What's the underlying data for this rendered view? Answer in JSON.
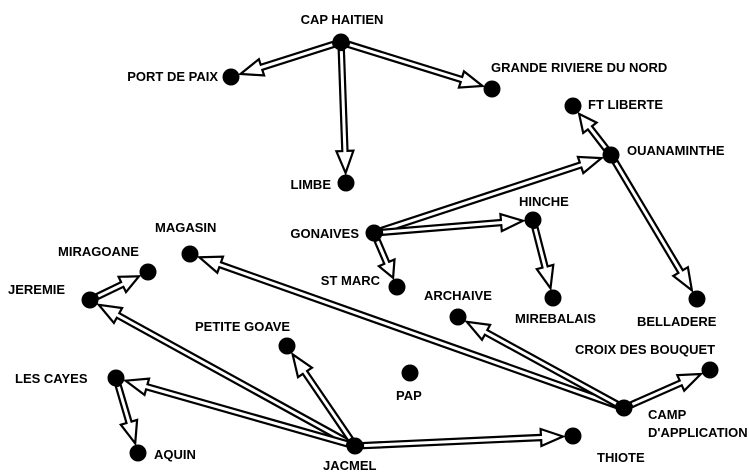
{
  "colors": {
    "ink": "#000000",
    "paper": "#ffffff"
  },
  "nodes": [
    {
      "id": "cap_haitien",
      "label": "CAP HAITIEN"
    },
    {
      "id": "port_de_paix",
      "label": "PORT DE PAIX"
    },
    {
      "id": "grande_riviere",
      "label": "GRANDE RIVIERE DU NORD"
    },
    {
      "id": "limbe",
      "label": "LIMBE"
    },
    {
      "id": "ft_liberte",
      "label": "FT LIBERTE"
    },
    {
      "id": "ouanaminthe",
      "label": "OUANAMINTHE"
    },
    {
      "id": "magasin",
      "label": "MAGASIN"
    },
    {
      "id": "gonaives",
      "label": "GONAIVES"
    },
    {
      "id": "hinche",
      "label": "HINCHE"
    },
    {
      "id": "miragoane",
      "label": "MIRAGOANE"
    },
    {
      "id": "jeremie",
      "label": "JEREMIE"
    },
    {
      "id": "st_marc",
      "label": "ST MARC"
    },
    {
      "id": "archaive",
      "label": "ARCHAIVE"
    },
    {
      "id": "mirebalais",
      "label": "MIREBALAIS"
    },
    {
      "id": "belladere",
      "label": "BELLADERE"
    },
    {
      "id": "petite_goave",
      "label": "PETITE GOAVE"
    },
    {
      "id": "croix_des_bouquet",
      "label": "CROIX DES BOUQUET"
    },
    {
      "id": "les_cayes",
      "label": "LES CAYES"
    },
    {
      "id": "pap",
      "label": "PAP"
    },
    {
      "id": "camp_dapplication",
      "label": "CAMP\nD'APPLICATION"
    },
    {
      "id": "aquin",
      "label": "AQUIN"
    },
    {
      "id": "jacmel",
      "label": "JACMEL"
    },
    {
      "id": "thiote",
      "label": "THIOTE"
    }
  ],
  "edges": [
    {
      "from": "cap_haitien",
      "to": "port_de_paix"
    },
    {
      "from": "cap_haitien",
      "to": "grande_riviere"
    },
    {
      "from": "cap_haitien",
      "to": "limbe"
    },
    {
      "from": "ouanaminthe",
      "to": "ft_liberte"
    },
    {
      "from": "ouanaminthe",
      "to": "belladere"
    },
    {
      "from": "gonaives",
      "to": "ouanaminthe"
    },
    {
      "from": "gonaives",
      "to": "hinche"
    },
    {
      "from": "gonaives",
      "to": "st_marc"
    },
    {
      "from": "hinche",
      "to": "mirebalais"
    },
    {
      "from": "jeremie",
      "to": "miragoane"
    },
    {
      "from": "camp_dapplication",
      "to": "magasin"
    },
    {
      "from": "camp_dapplication",
      "to": "archaive"
    },
    {
      "from": "camp_dapplication",
      "to": "croix_des_bouquet"
    },
    {
      "from": "jacmel",
      "to": "jeremie"
    },
    {
      "from": "jacmel",
      "to": "les_cayes"
    },
    {
      "from": "jacmel",
      "to": "petite_goave"
    },
    {
      "from": "jacmel",
      "to": "thiote"
    },
    {
      "from": "les_cayes",
      "to": "aquin"
    }
  ]
}
